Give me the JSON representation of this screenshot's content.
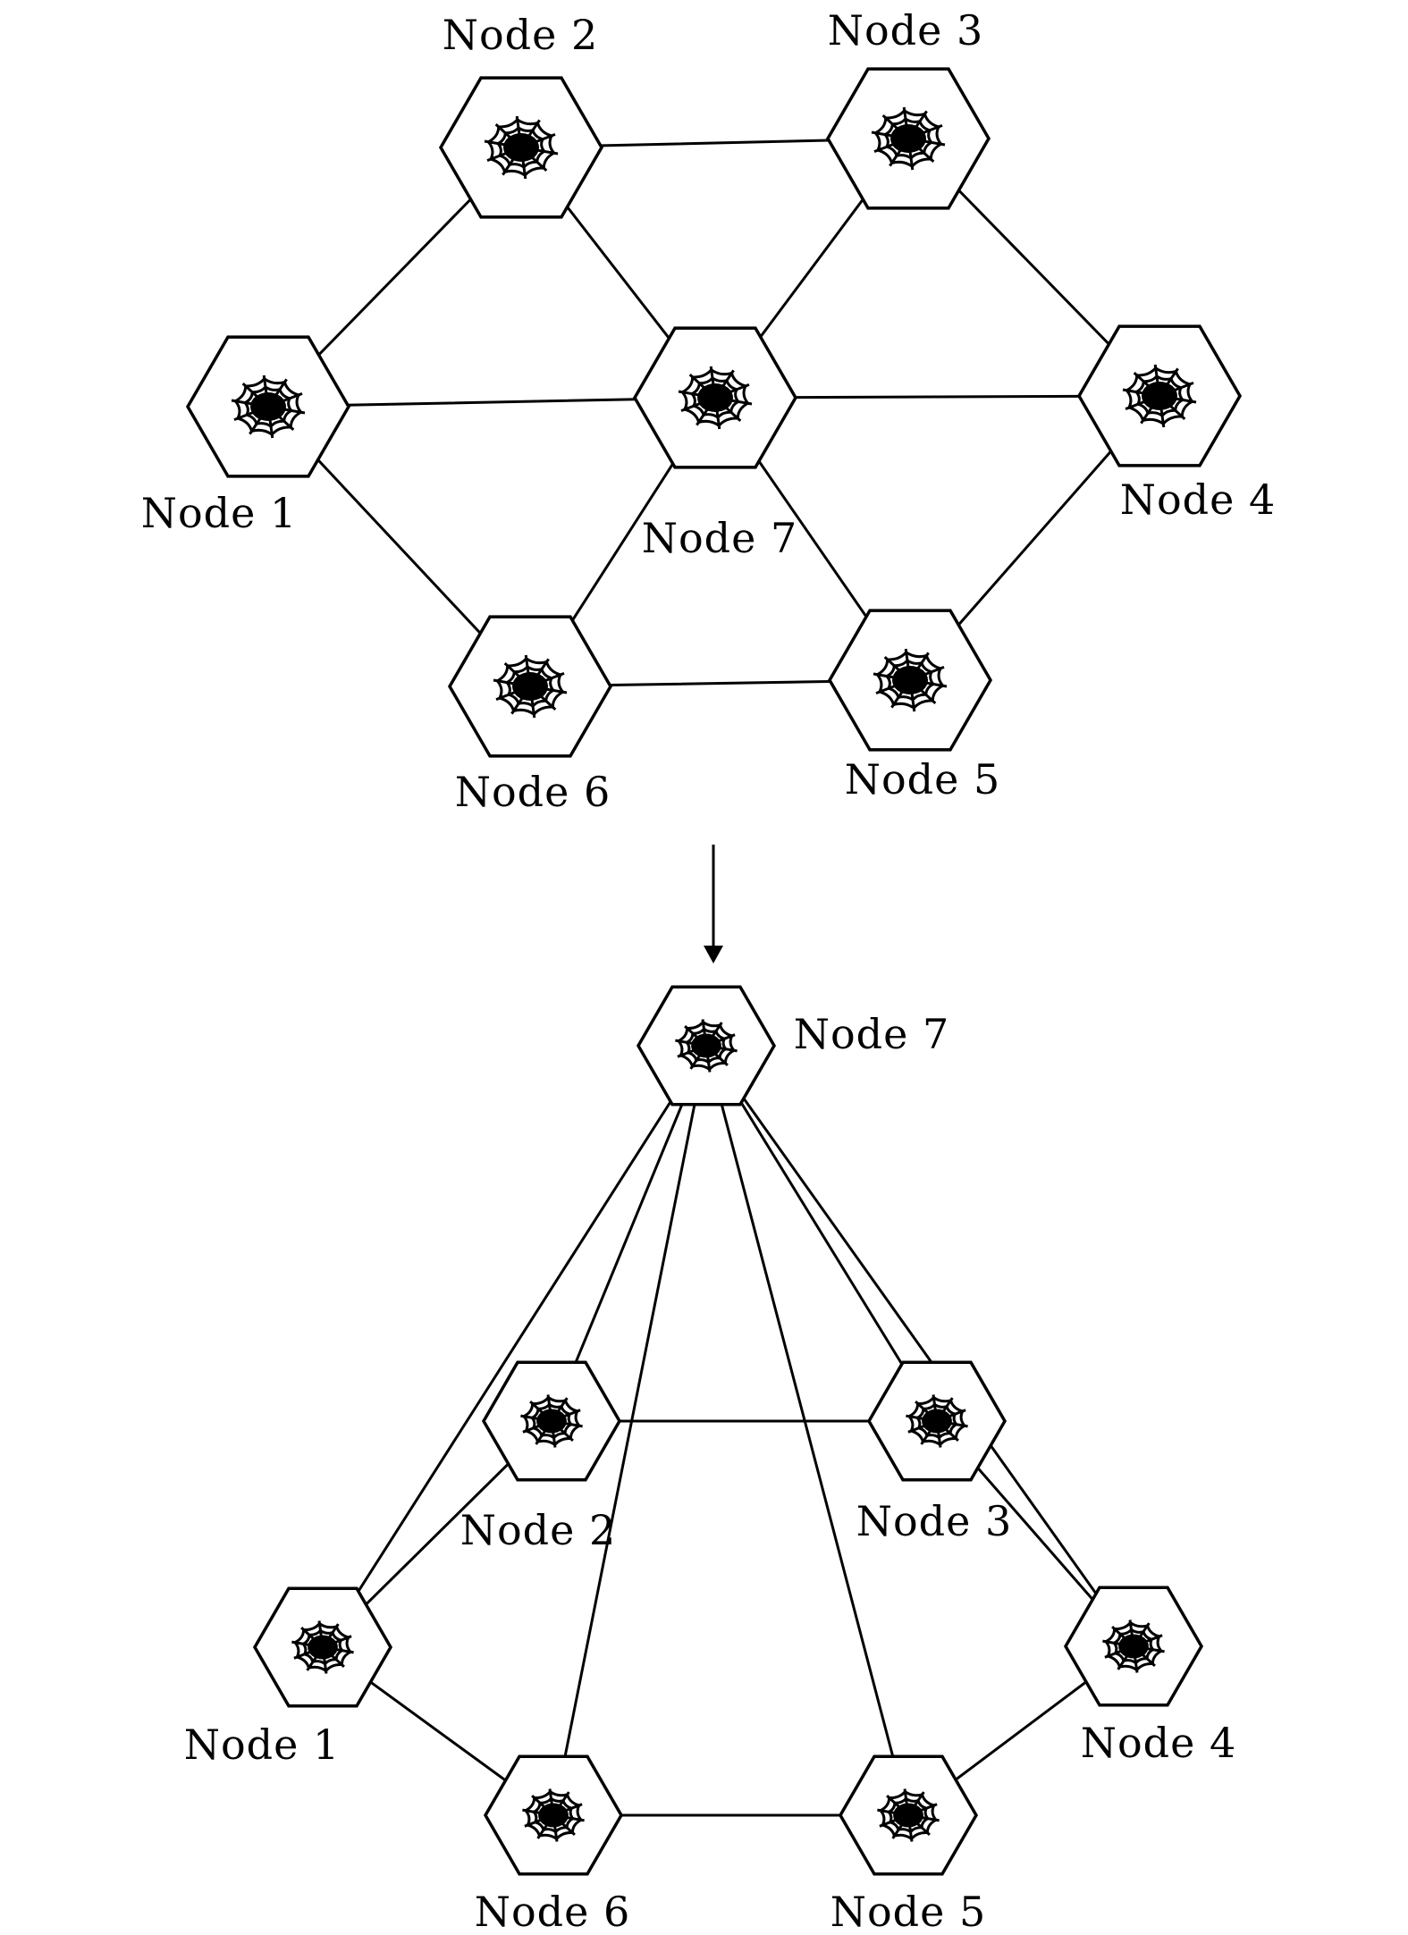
{
  "top_graph": {
    "nodes": [
      {
        "id": "node1",
        "label": "Node 1",
        "icon": "spider-web-icon"
      },
      {
        "id": "node2",
        "label": "Node 2",
        "icon": "spider-web-icon"
      },
      {
        "id": "node3",
        "label": "Node 3",
        "icon": "spider-web-icon"
      },
      {
        "id": "node4",
        "label": "Node 4",
        "icon": "spider-web-icon"
      },
      {
        "id": "node5",
        "label": "Node 5",
        "icon": "spider-web-icon"
      },
      {
        "id": "node6",
        "label": "Node 6",
        "icon": "spider-web-icon"
      },
      {
        "id": "node7",
        "label": "Node 7",
        "icon": "spider-web-icon"
      }
    ],
    "edges": [
      [
        "node1",
        "node2"
      ],
      [
        "node2",
        "node3"
      ],
      [
        "node3",
        "node4"
      ],
      [
        "node4",
        "node5"
      ],
      [
        "node5",
        "node6"
      ],
      [
        "node6",
        "node1"
      ],
      [
        "node1",
        "node7"
      ],
      [
        "node2",
        "node7"
      ],
      [
        "node3",
        "node7"
      ],
      [
        "node4",
        "node7"
      ],
      [
        "node5",
        "node7"
      ],
      [
        "node6",
        "node7"
      ]
    ]
  },
  "bottom_graph": {
    "nodes": [
      {
        "id": "node1",
        "label": "Node 1",
        "icon": "spider-web-icon"
      },
      {
        "id": "node2",
        "label": "Node 2",
        "icon": "spider-web-icon"
      },
      {
        "id": "node3",
        "label": "Node 3",
        "icon": "spider-web-icon"
      },
      {
        "id": "node4",
        "label": "Node 4",
        "icon": "spider-web-icon"
      },
      {
        "id": "node5",
        "label": "Node 5",
        "icon": "spider-web-icon"
      },
      {
        "id": "node6",
        "label": "Node 6",
        "icon": "spider-web-icon"
      },
      {
        "id": "node7",
        "label": "Node 7",
        "icon": "spider-web-icon"
      }
    ],
    "edges": [
      [
        "node1",
        "node2"
      ],
      [
        "node2",
        "node3"
      ],
      [
        "node3",
        "node4"
      ],
      [
        "node4",
        "node5"
      ],
      [
        "node5",
        "node6"
      ],
      [
        "node6",
        "node1"
      ],
      [
        "node7",
        "node1"
      ],
      [
        "node7",
        "node2"
      ],
      [
        "node7",
        "node3"
      ],
      [
        "node7",
        "node4"
      ],
      [
        "node7",
        "node5"
      ],
      [
        "node7",
        "node6"
      ]
    ]
  },
  "transition_arrow": {
    "icon": "down-arrow-icon"
  }
}
